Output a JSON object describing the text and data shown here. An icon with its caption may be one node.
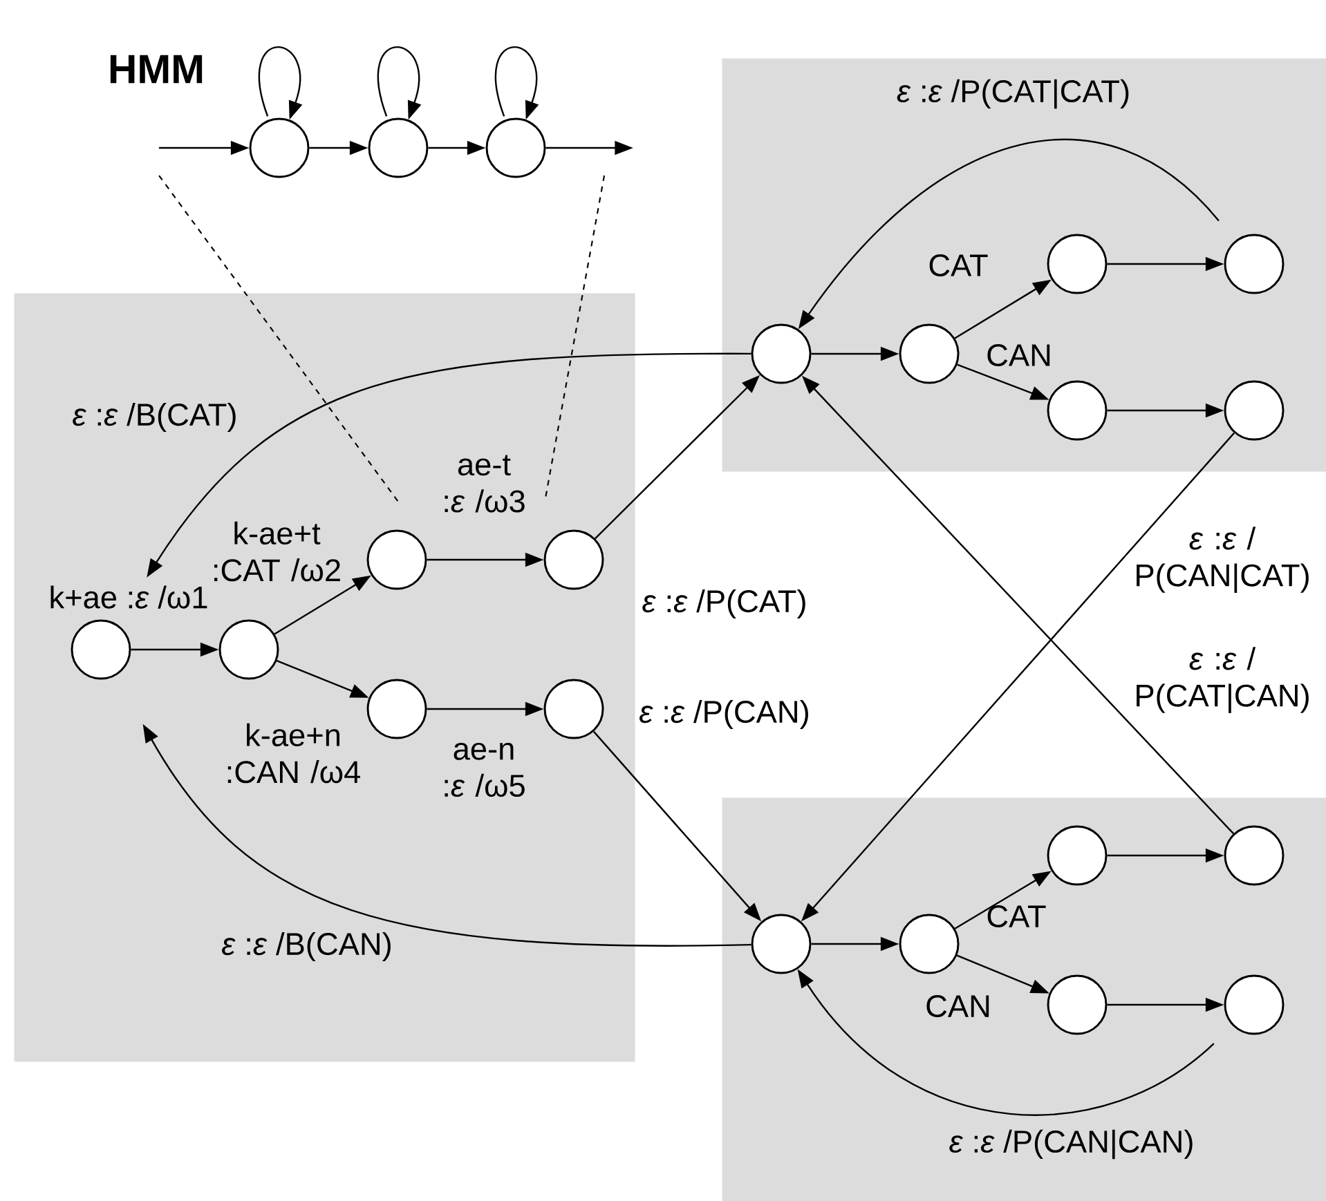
{
  "diagram": {
    "title": "HMM",
    "nodes": [
      {
        "text": [],
        "shape": "circle"
      },
      {
        "text": [],
        "shape": "circle"
      },
      {
        "text": [],
        "shape": "circle"
      },
      {
        "text": [],
        "shape": "box"
      },
      {
        "text": [],
        "shape": "circle",
        "in": 3
      },
      {
        "text": [],
        "shape": "circle",
        "in": 3
      },
      {
        "text": [],
        "shape": "circle",
        "in": 3
      },
      {
        "text": [],
        "shape": "circle",
        "in": 3
      },
      {
        "text": [],
        "shape": "circle",
        "in": 3
      },
      {
        "text": [],
        "shape": "circle",
        "in": 3
      },
      {
        "text": [],
        "shape": "box"
      },
      {
        "text": [],
        "shape": "circle",
        "in": 10
      },
      {
        "text": [],
        "shape": "circle",
        "in": 10
      },
      {
        "text": [],
        "shape": "circle",
        "in": 10
      },
      {
        "text": [],
        "shape": "circle",
        "in": 10
      },
      {
        "text": [],
        "shape": "circle",
        "in": 10
      },
      {
        "text": [],
        "shape": "circle",
        "in": 10
      },
      {
        "text": [],
        "shape": "box"
      },
      {
        "text": [],
        "shape": "circle",
        "in": 17
      },
      {
        "text": [],
        "shape": "circle",
        "in": 17
      },
      {
        "text": [],
        "shape": "circle",
        "in": 17
      },
      {
        "text": [],
        "shape": "circle",
        "in": 17
      },
      {
        "text": [],
        "shape": "circle",
        "in": 17
      },
      {
        "text": [],
        "shape": "circle",
        "in": 17
      }
    ],
    "edges": [
      {
        "from": null,
        "to": 0,
        "arrow": "to"
      },
      {
        "from": 0,
        "to": 1,
        "arrow": "to"
      },
      {
        "from": 1,
        "to": 2,
        "arrow": "to"
      },
      {
        "from": 2,
        "to": null,
        "arrow": "to"
      },
      {
        "from": 0,
        "to": 0,
        "arrow": "to"
      },
      {
        "from": 1,
        "to": 1,
        "arrow": "to"
      },
      {
        "from": 2,
        "to": 2,
        "arrow": "to"
      },
      {
        "from": 4,
        "to": 5,
        "arrow": "to",
        "label": "k+ae :*ε* /ω1"
      },
      {
        "from": 5,
        "to": 6,
        "arrow": "to",
        "label": "k-ae+t :CAT /ω2"
      },
      {
        "from": 6,
        "to": 7,
        "arrow": "to",
        "label": "ae-t :*ε* /ω3"
      },
      {
        "from": 5,
        "to": 8,
        "arrow": "to",
        "label": "k-ae+n :CAN /ω4"
      },
      {
        "from": 8,
        "to": 9,
        "arrow": "to",
        "label": "ae-n :*ε* /ω5"
      },
      {
        "from": 11,
        "to": 12,
        "arrow": "to"
      },
      {
        "from": 12,
        "to": 13,
        "arrow": "to",
        "label": "CAT"
      },
      {
        "from": 12,
        "to": 15,
        "arrow": "to",
        "label": "CAN"
      },
      {
        "from": 13,
        "to": 14,
        "arrow": "to"
      },
      {
        "from": 15,
        "to": 16,
        "arrow": "to"
      },
      {
        "from": 14,
        "to": 11,
        "arrow": "to",
        "label": "*ε* :*ε* /P(CAT|CAT)"
      },
      {
        "from": 18,
        "to": 19,
        "arrow": "to"
      },
      {
        "from": 19,
        "to": 20,
        "arrow": "to",
        "label": "CAT"
      },
      {
        "from": 19,
        "to": 22,
        "arrow": "to",
        "label": "CAN"
      },
      {
        "from": 20,
        "to": 21,
        "arrow": "to"
      },
      {
        "from": 22,
        "to": 23,
        "arrow": "to"
      },
      {
        "from": 23,
        "to": 18,
        "arrow": "to",
        "label": "*ε* :*ε* /P(CAN|CAN)"
      },
      {
        "from": 7,
        "to": 11,
        "arrow": "to",
        "label": "*ε* :*ε* /P(CAT)"
      },
      {
        "from": 9,
        "to": 18,
        "arrow": "to",
        "label": "*ε* :*ε* /P(CAN)"
      },
      {
        "from": 16,
        "to": 18,
        "arrow": "to",
        "label": "*ε* :*ε* / P(CAN|CAT)"
      },
      {
        "from": 21,
        "to": 11,
        "arrow": "to",
        "label": "*ε* :*ε* / P(CAT|CAN)"
      },
      {
        "from": 11,
        "to": 4,
        "arrow": "to",
        "label": "*ε* :*ε* /B(CAT)"
      },
      {
        "from": 18,
        "to": 4,
        "arrow": "to",
        "label": "*ε* :*ε* /B(CAN)"
      }
    ]
  }
}
